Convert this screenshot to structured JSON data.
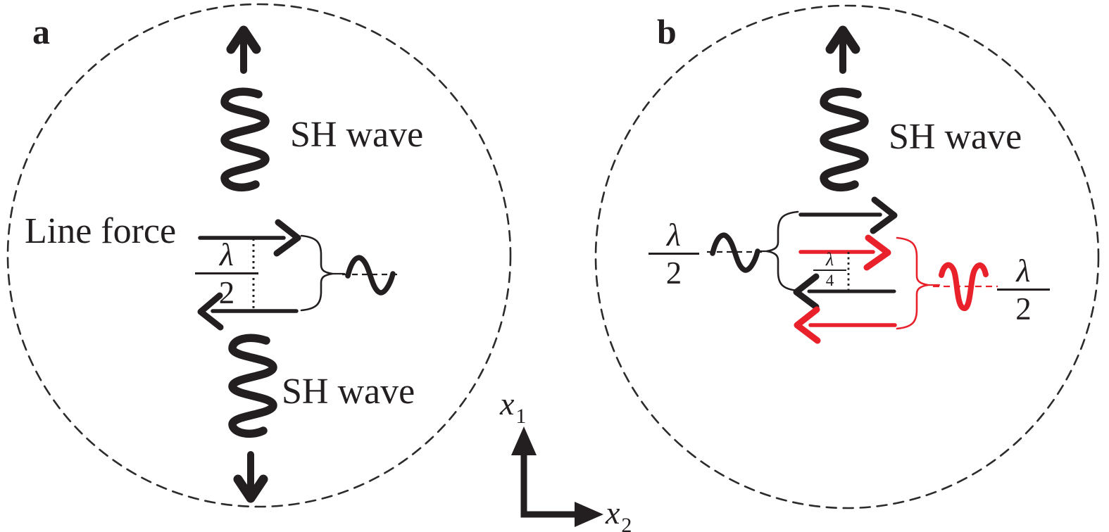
{
  "colors": {
    "ink": "#231f20",
    "red": "#e8212b",
    "background": "#ffffff"
  },
  "panel_a": {
    "label": "a",
    "top_wave_label": "SH wave",
    "bottom_wave_label": "SH wave",
    "line_force_label": "Line force",
    "spacing_fraction": {
      "numerator": "λ",
      "denominator": "2"
    }
  },
  "panel_b": {
    "label": "b",
    "top_wave_label": "SH wave",
    "left_fraction": {
      "numerator": "λ",
      "denominator": "2"
    },
    "quarter_fraction": {
      "numerator": "λ",
      "denominator": "4"
    },
    "right_fraction": {
      "numerator": "λ",
      "denominator": "2"
    }
  },
  "axes": {
    "x1": {
      "base": "x",
      "subscript": "1"
    },
    "x2": {
      "base": "x",
      "subscript": "2"
    }
  }
}
